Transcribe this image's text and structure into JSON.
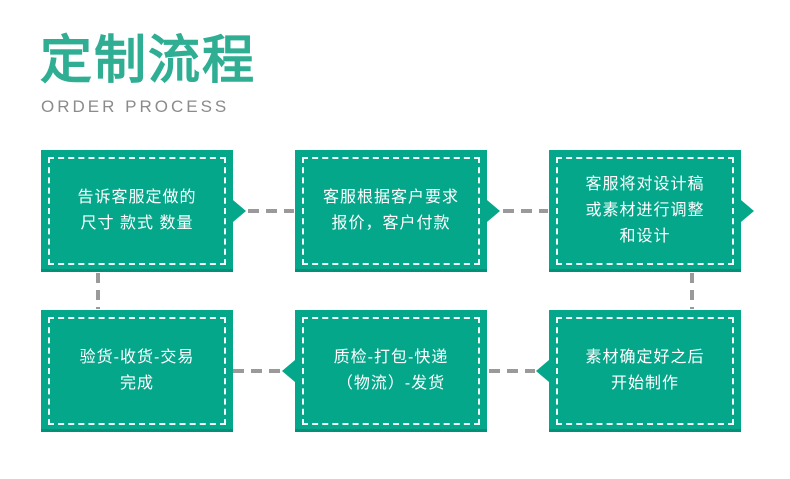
{
  "header": {
    "title": "定制流程",
    "subtitle": "ORDER PROCESS"
  },
  "colors": {
    "title_teal": "#2fae93",
    "box_teal": "#05a78b",
    "box_text": "#ffffff",
    "box_inner_border": "#ffffff",
    "subtitle_gray": "#8b8b8b",
    "connector_gray": "#9a9a9a",
    "background": "#ffffff"
  },
  "icons": {
    "arrow_right": "triangle-right",
    "arrow_left": "triangle-left"
  },
  "flow": {
    "type": "process-flowchart",
    "direction": "top row left-to-right, down right side, bottom row right-to-left",
    "steps": [
      {
        "order": 1,
        "position": "top-left",
        "lines": [
          "告诉客服定做的",
          "尺寸 款式 数量"
        ]
      },
      {
        "order": 2,
        "position": "top-middle",
        "lines": [
          "客服根据客户要求",
          "报价，客户付款"
        ]
      },
      {
        "order": 3,
        "position": "top-right",
        "lines": [
          "客服将对设计稿",
          "或素材进行调整",
          "和设计"
        ]
      },
      {
        "order": 4,
        "position": "bottom-right",
        "lines": [
          "素材确定好之后",
          "开始制作"
        ]
      },
      {
        "order": 5,
        "position": "bottom-middle",
        "lines": [
          "质检-打包-快递",
          "（物流）-发货"
        ]
      },
      {
        "order": 6,
        "position": "bottom-left",
        "lines": [
          "验货-收货-交易",
          "完成"
        ]
      }
    ]
  }
}
